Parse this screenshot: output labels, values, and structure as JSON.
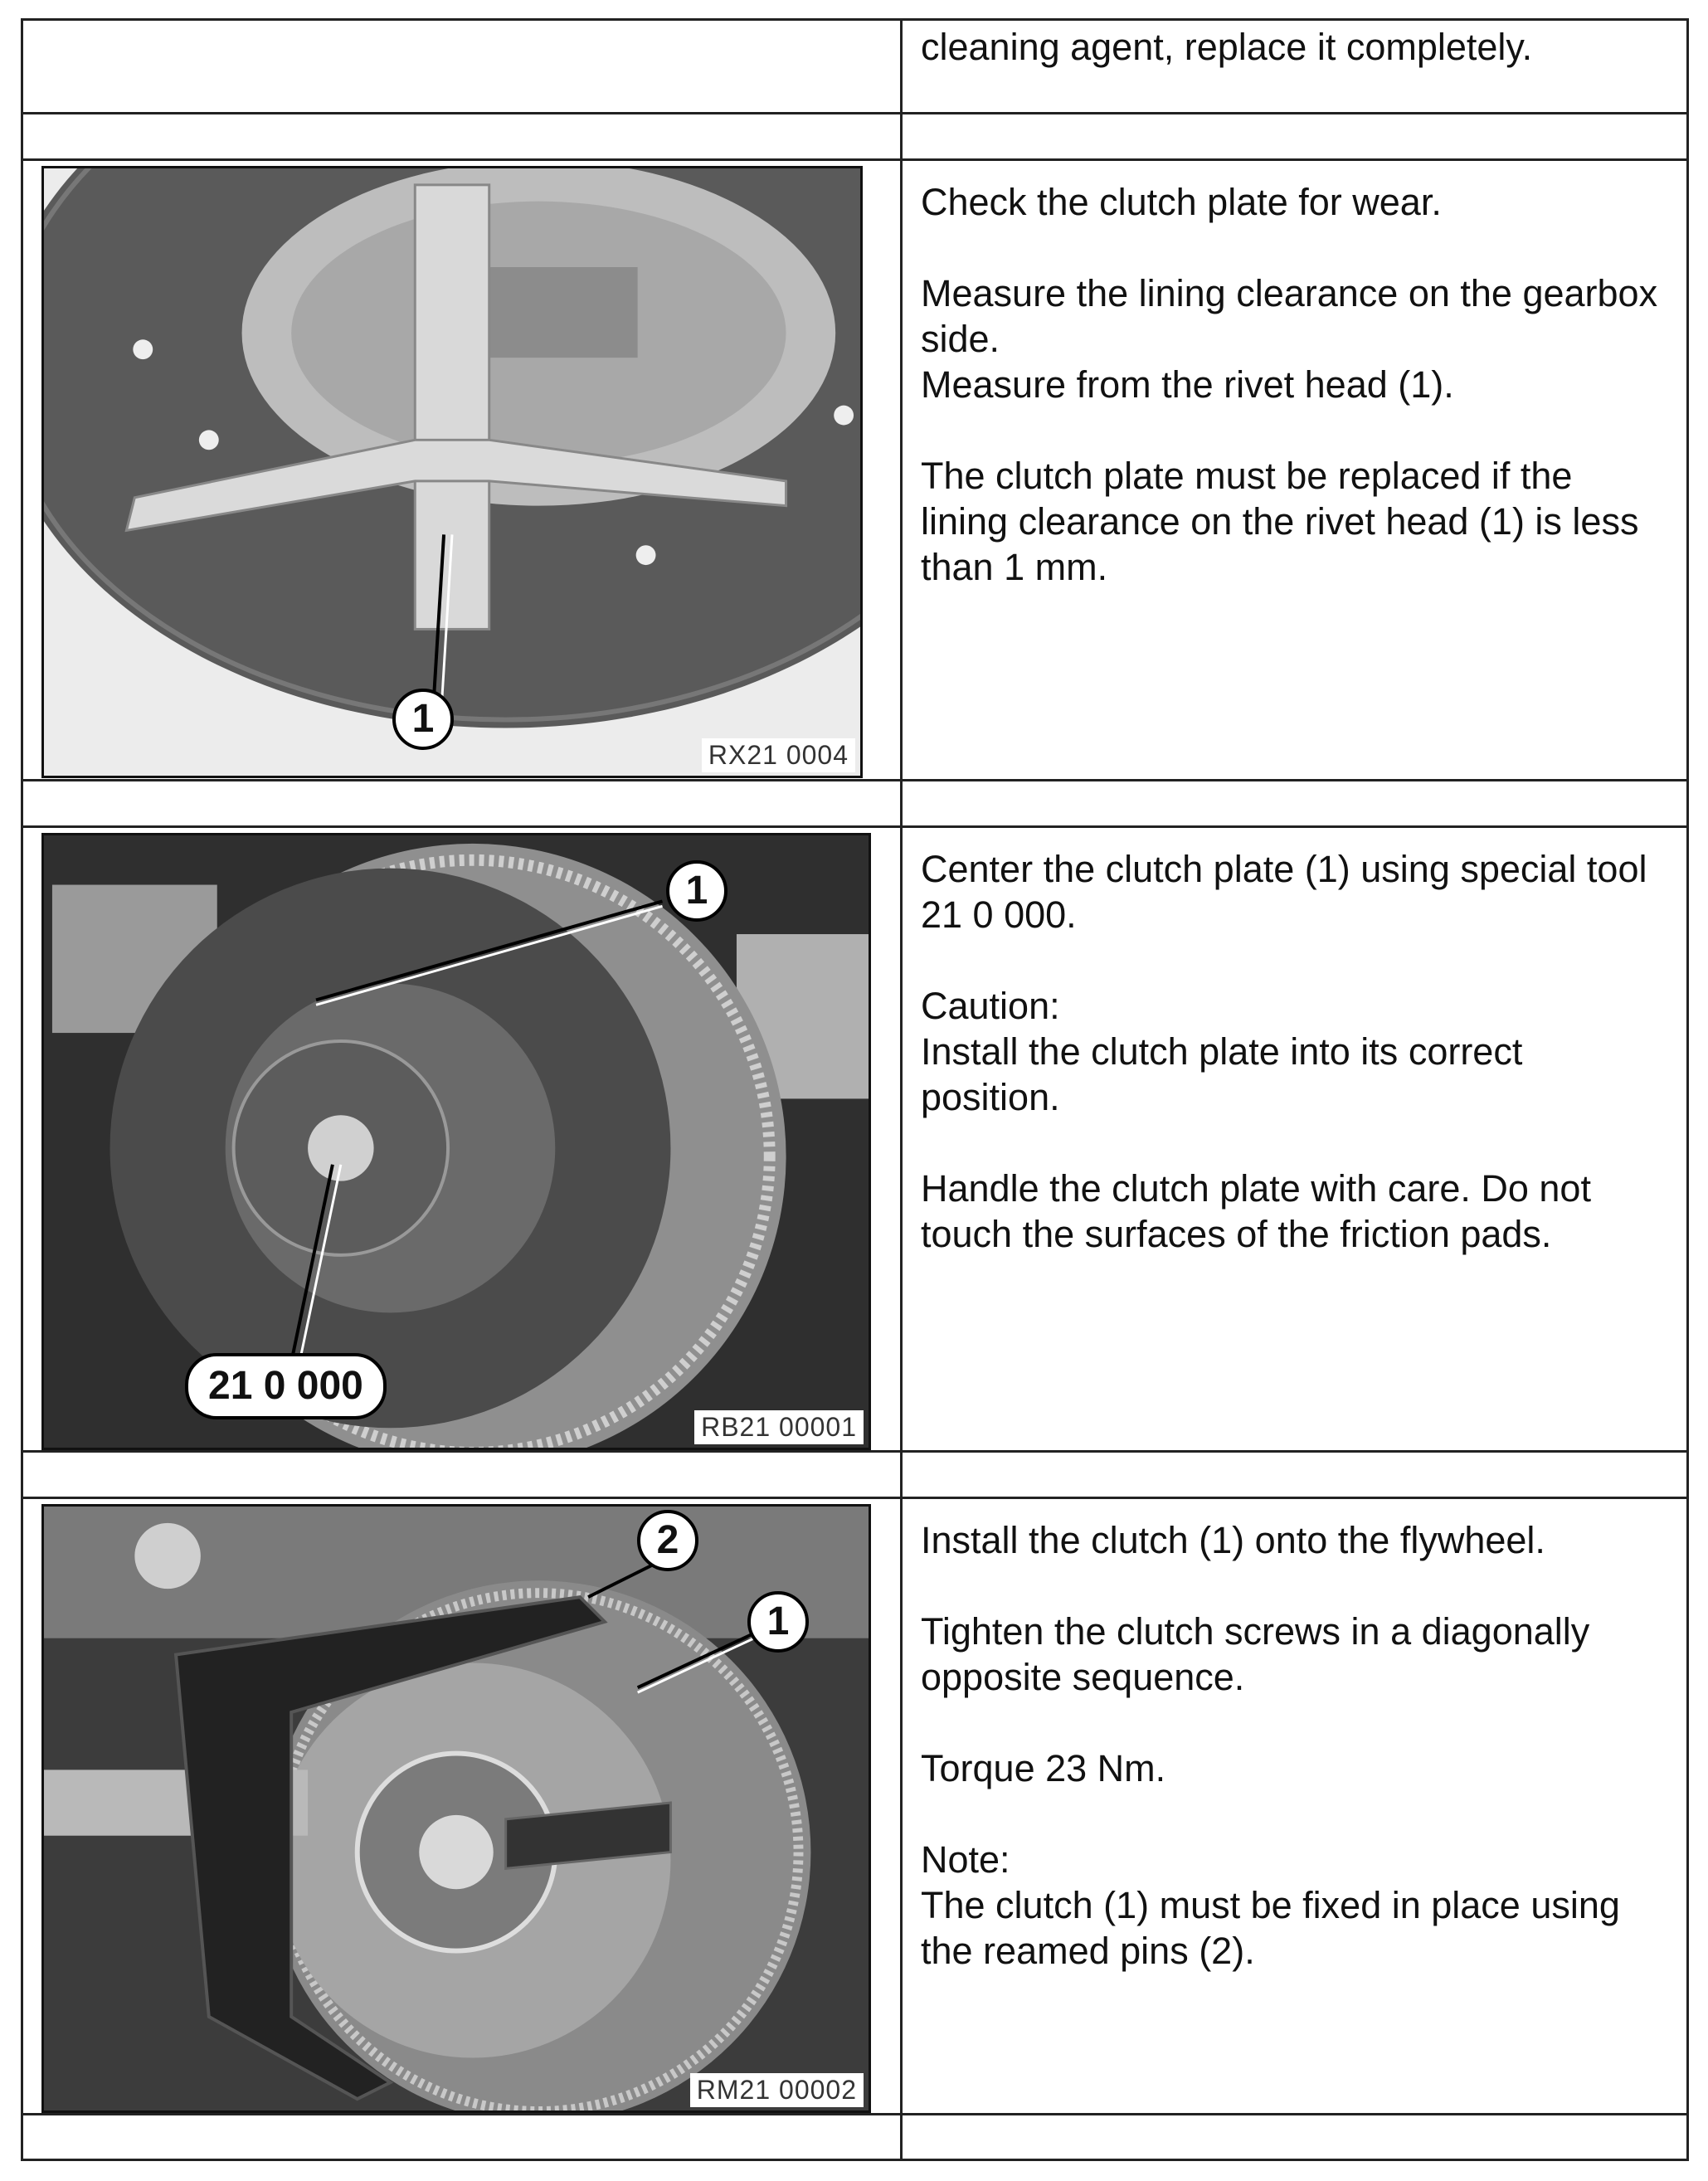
{
  "rows": {
    "r1": {
      "text": "cleaning agent, replace it completely."
    },
    "r3": {
      "lines": [
        "Check the clutch plate for wear.",
        "",
        "Measure the lining clearance on the gearbox side.",
        "Measure from the rivet head (1).",
        "",
        "The clutch plate must be replaced if the lining clearance on the rivet head (1) is less than 1 mm."
      ],
      "image_tag": "RX21 0004",
      "callout_1": "1"
    },
    "r5": {
      "lines": [
        "Center the clutch plate (1) using special tool 21 0 000.",
        "",
        "Caution:",
        "Install the clutch plate into its correct position.",
        "",
        "Handle the clutch plate with care. Do not touch the surfaces of the friction pads."
      ],
      "image_tag": "RB21 00001",
      "callout_1": "1",
      "callout_tool": "21 0 000"
    },
    "r7": {
      "lines": [
        "Install the clutch (1) onto the flywheel.",
        "",
        "Tighten the clutch screws in a diagonally opposite sequence.",
        "",
        "Torque 23 Nm.",
        "",
        "Note:",
        "The clutch (1) must be fixed in place using the reamed pins (2)."
      ],
      "image_tag": "RM21 00002",
      "callout_1": "1",
      "callout_2": "2"
    }
  }
}
